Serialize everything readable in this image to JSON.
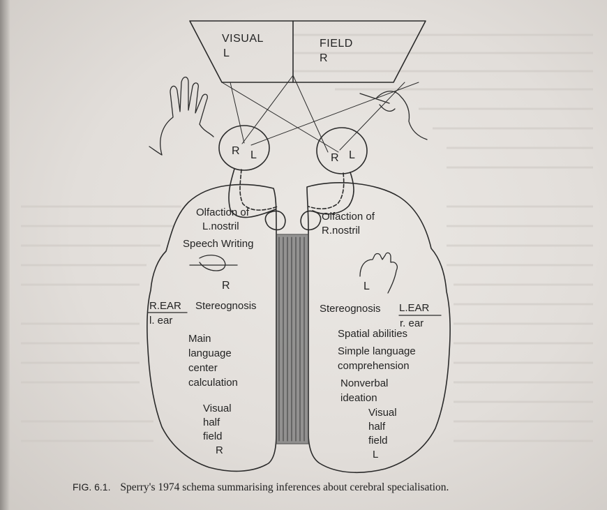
{
  "visual_field": {
    "title_left": "VISUAL",
    "title_right": "FIELD",
    "left": "L",
    "right": "R"
  },
  "eyes": {
    "left_eye": {
      "r": "R",
      "l": "L"
    },
    "right_eye": {
      "r": "R",
      "l": "L"
    }
  },
  "left_hemisphere": {
    "olfaction_line1": "Olfaction of",
    "olfaction_line2": "L.nostril",
    "speech_writing": "Speech Writing",
    "hand": "R",
    "ear_main": "R.EAR",
    "ear_sub": "l. ear",
    "stereognosis": "Stereognosis",
    "main_lines": [
      "Main",
      "language",
      "center",
      "calculation"
    ],
    "visual_lines": [
      "Visual",
      "half",
      "field",
      "R"
    ]
  },
  "right_hemisphere": {
    "olfaction_line1": "Olfaction of",
    "olfaction_line2": "R.nostril",
    "hand": "L",
    "stereognosis": "Stereognosis",
    "ear_main": "L.EAR",
    "ear_sub": "r. ear",
    "spatial": "Spatial abilities",
    "simple_language_lines": [
      "Simple language",
      "comprehension"
    ],
    "nonverbal_lines": [
      "Nonverbal",
      "ideation"
    ],
    "visual_lines": [
      "Visual",
      "half",
      "field",
      "L"
    ]
  },
  "caption": {
    "fig_num": "FIG. 6.1.",
    "text": "Sperry's 1974 schema summarising inferences about cerebral specialisation."
  }
}
